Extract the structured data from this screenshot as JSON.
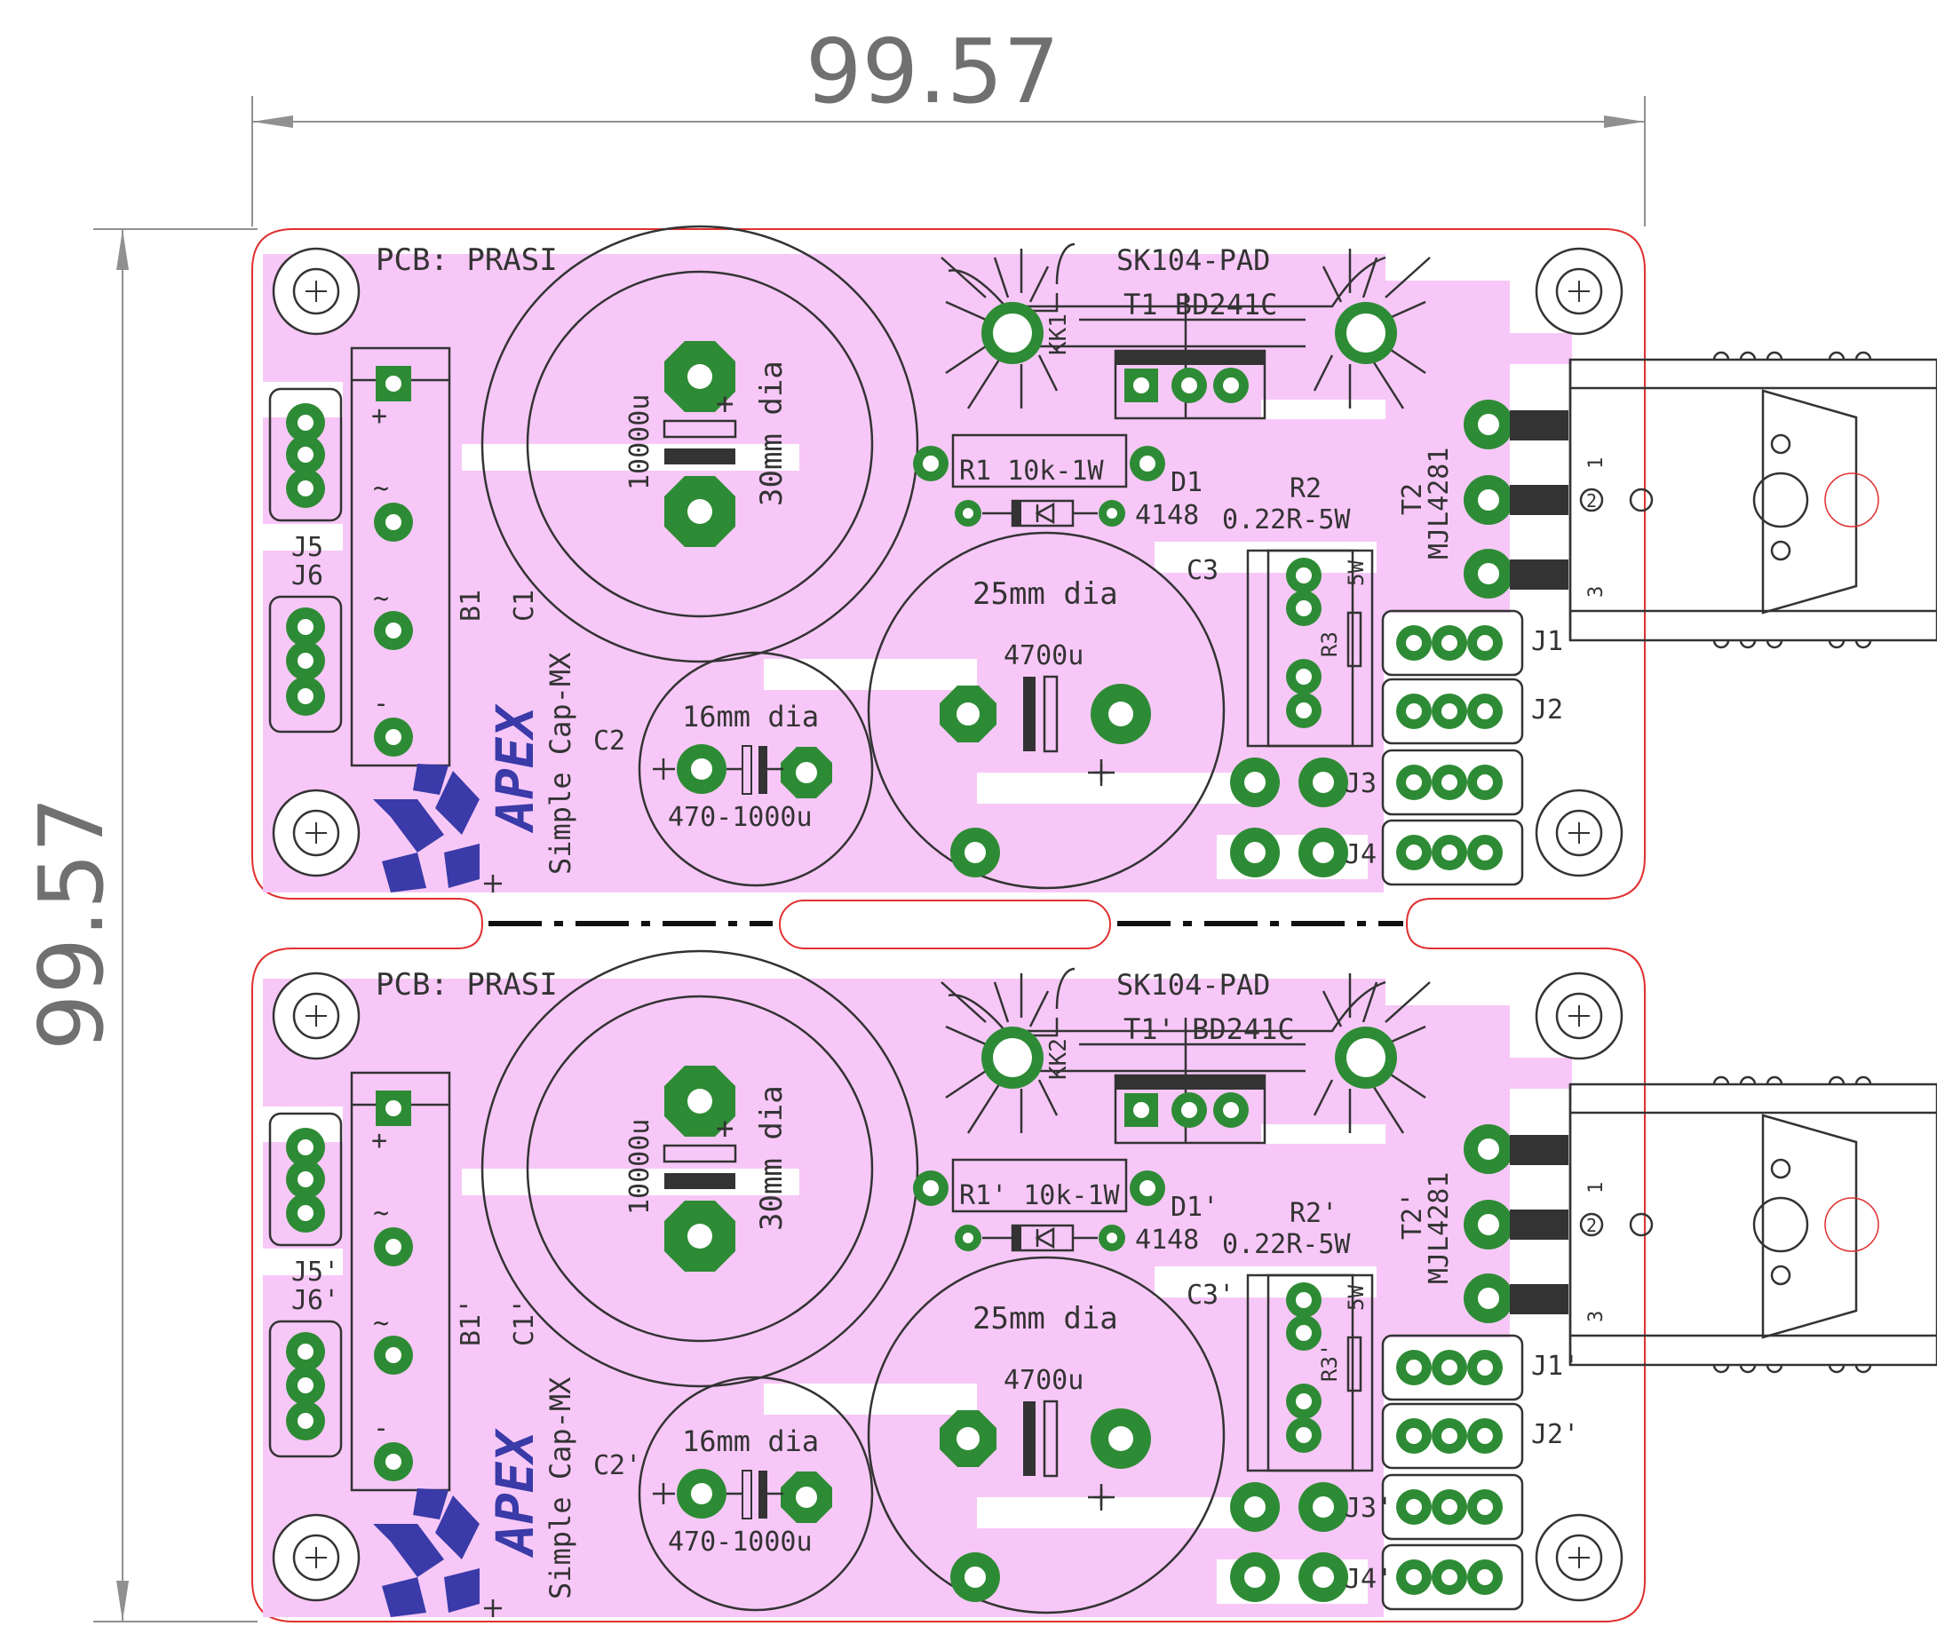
{
  "dimensions": {
    "width_label": "99.57",
    "height_label": "99.57"
  },
  "colors": {
    "copper_fill": "#f7c8f7",
    "pad": "#2e8b35",
    "outline": "#e03030",
    "silk": "#333333",
    "logo": "#3a3aa8",
    "dimension": "#707070"
  },
  "boards": [
    {
      "pcb_label": "PCB: PRASI",
      "heatsink_label": "SK104-PAD",
      "heatsink_ref": "KK1",
      "t1_label": "T1 BD241C",
      "c1_value": "10000u",
      "c1_dia": "30mm dia",
      "c1_ref": "C1",
      "b1_ref": "B1",
      "r1_label": "R1 10k-1W",
      "d1_ref": "D1",
      "d1_value": "4148",
      "r2_ref": "R2",
      "r2_value": "0.22R-5W",
      "t2_ref": "T2",
      "t2_value": "MJL4281",
      "c3_ref": "C3",
      "r3_ref": "R3",
      "r3_value": "5W",
      "c3_dia": "25mm dia",
      "c3_value": "4700u",
      "c2_ref": "C2",
      "c2_dia": "16mm dia",
      "c2_value": "470-1000u",
      "j1": "J1",
      "j2": "J2",
      "j3": "J3",
      "j4": "J4",
      "j5": "J5",
      "j6": "J6",
      "product": "Simple Cap-MX",
      "logo_text": "APEX",
      "pin1": "1",
      "pin2": "2",
      "pin3": "3"
    },
    {
      "pcb_label": "PCB: PRASI",
      "heatsink_label": "SK104-PAD",
      "heatsink_ref": "KK2",
      "t1_label": "T1' BD241C",
      "c1_value": "10000u",
      "c1_dia": "30mm dia",
      "c1_ref": "C1'",
      "b1_ref": "B1'",
      "r1_label": "R1' 10k-1W",
      "d1_ref": "D1'",
      "d1_value": "4148",
      "r2_ref": "R2'",
      "r2_value": "0.22R-5W",
      "t2_ref": "T2'",
      "t2_value": "MJL4281",
      "c3_ref": "C3'",
      "r3_ref": "R3'",
      "r3_value": "5W",
      "c3_dia": "25mm dia",
      "c3_value": "4700u",
      "c2_ref": "C2'",
      "c2_dia": "16mm dia",
      "c2_value": "470-1000u",
      "j1": "J1'",
      "j2": "J2'",
      "j3": "J3'",
      "j4": "J4'",
      "j5": "J5'",
      "j6": "J6'",
      "product": "Simple Cap-MX",
      "logo_text": "APEX",
      "pin1": "1",
      "pin2": "2",
      "pin3": "3"
    }
  ]
}
